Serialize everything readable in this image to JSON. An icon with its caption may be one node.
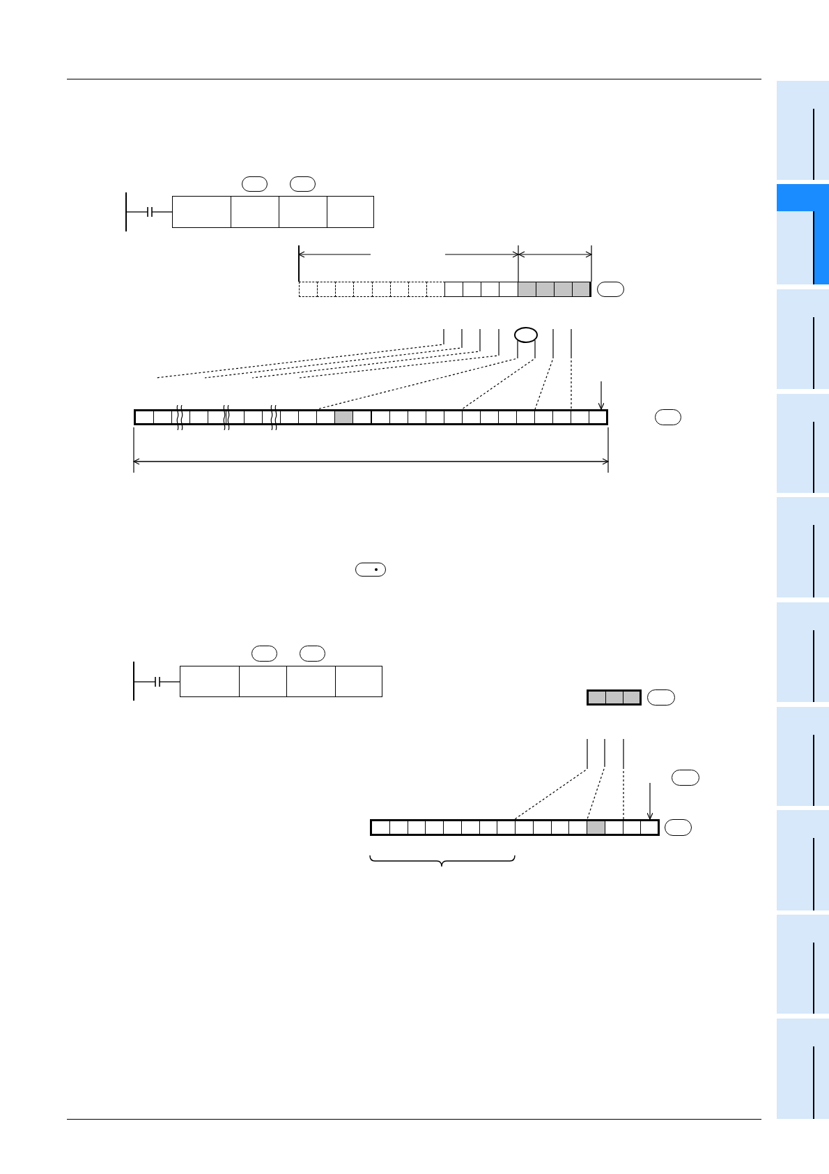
{
  "diagram": {
    "nodes": [
      {
        "text": [],
        "shape": "oval"
      },
      {
        "text": [],
        "shape": "oval"
      },
      {
        "text": [],
        "shape": "box"
      },
      {
        "text": [],
        "shape": "box"
      },
      {
        "text": [],
        "shape": "box"
      },
      {
        "text": [],
        "shape": "box"
      },
      {
        "text": [],
        "shape": "bar"
      },
      {
        "text": [],
        "shape": "oval"
      },
      {
        "text": [],
        "shape": "circle"
      },
      {
        "text": [],
        "shape": "bar"
      },
      {
        "text": [],
        "shape": "oval"
      },
      {
        "text": [],
        "shape": "oval"
      },
      {
        "text": [],
        "shape": "oval"
      },
      {
        "text": [],
        "shape": "oval"
      },
      {
        "text": [],
        "shape": "box"
      },
      {
        "text": [],
        "shape": "box"
      },
      {
        "text": [],
        "shape": "box"
      },
      {
        "text": [],
        "shape": "box"
      },
      {
        "text": [],
        "shape": "bar"
      },
      {
        "text": [],
        "shape": "oval"
      },
      {
        "text": [],
        "shape": "oval"
      },
      {
        "text": [],
        "shape": "bar"
      },
      {
        "text": [],
        "shape": "oval"
      }
    ],
    "edges": [
      {
        "from": 8,
        "to": 9,
        "arrow": "none",
        "style": "dashed"
      },
      {
        "from": 8,
        "to": 9,
        "arrow": "none",
        "style": "dashed"
      },
      {
        "from": null,
        "to": 9,
        "arrow": "none",
        "style": "dashed"
      },
      {
        "from": null,
        "to": 9,
        "arrow": "none",
        "style": "dashed"
      },
      {
        "from": null,
        "to": 9,
        "arrow": "to"
      },
      {
        "from": null,
        "to": 21,
        "arrow": "none",
        "style": "dashed"
      },
      {
        "from": null,
        "to": 21,
        "arrow": "none",
        "style": "dashed"
      },
      {
        "from": null,
        "to": 21,
        "arrow": "none",
        "style": "dashed"
      },
      {
        "from": null,
        "to": 21,
        "arrow": "to"
      }
    ]
  }
}
